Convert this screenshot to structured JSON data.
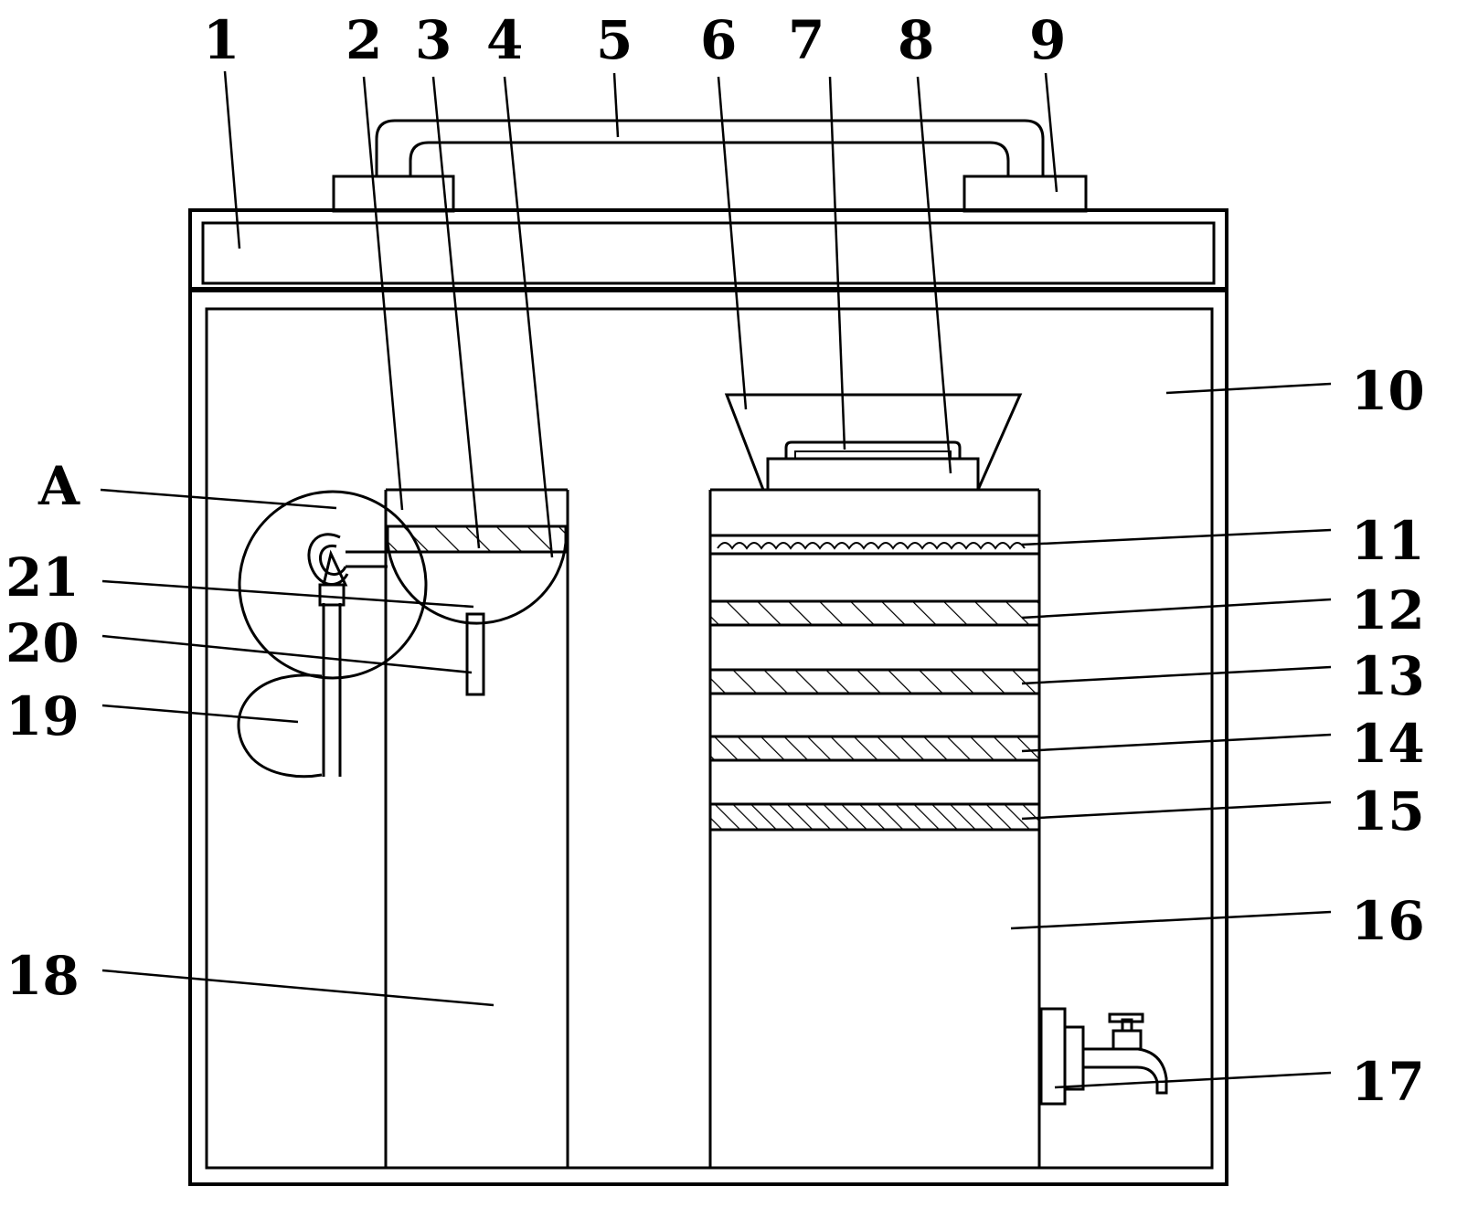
{
  "labels": {
    "l1": "1",
    "l2": "2",
    "l3": "3",
    "l4": "4",
    "l5": "5",
    "l6": "6",
    "l7": "7",
    "l8": "8",
    "l9": "9",
    "l10": "10",
    "l11": "11",
    "l12": "12",
    "l13": "13",
    "l14": "14",
    "l15": "15",
    "l16": "16",
    "l17": "17",
    "l18": "18",
    "l19": "19",
    "l20": "20",
    "l21": "21",
    "lA": "A"
  },
  "colors": {
    "line": "#000000",
    "background": "#ffffff"
  }
}
